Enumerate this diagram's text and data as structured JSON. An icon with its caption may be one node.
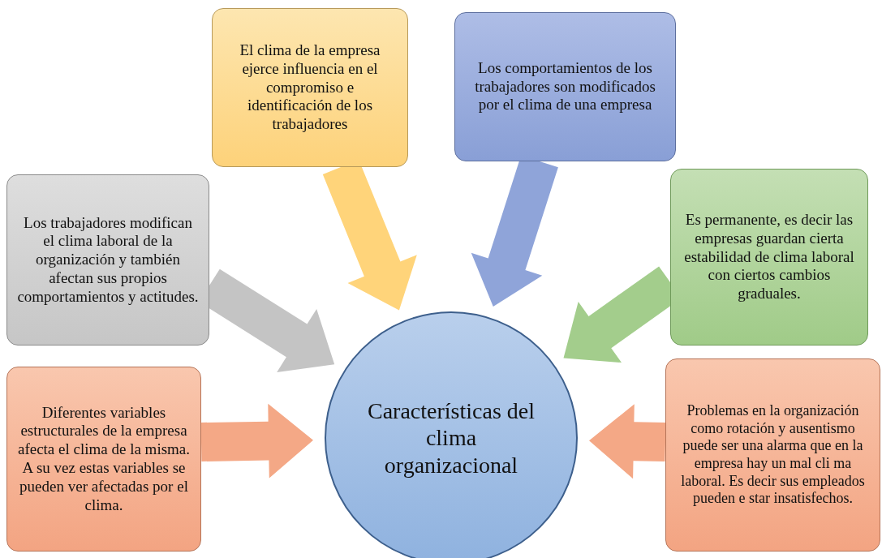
{
  "diagram": {
    "nodes": [
      {
        "text": [
          "El clima de la empresa ejerce influencia en el compromiso e identificación de los trabajadores"
        ]
      },
      {
        "text": [
          "Los comportamientos de los trabajadores son modificados por el clima de una empresa"
        ]
      },
      {
        "text": [
          "Los trabajadores modifican el clima laboral de la organización y también afectan sus propios comportamientos y actitudes."
        ]
      },
      {
        "text": [
          "Es permanente, es decir las empresas guardan cierta estabilidad de clima laboral con ciertos cambios graduales."
        ]
      },
      {
        "text": [
          "Características del clima organizacional"
        ]
      },
      {
        "text": [
          "Diferentes variables estructurales de la empresa afecta el clima de la misma. A su vez estas variables se pueden ver afectadas por el clima."
        ]
      },
      {
        "text": [
          "Problemas en la organización como rotación y ausentismo puede ser una alarma que en la empresa hay un mal cli ma laboral. Es decir sus empleados pueden e star insatisfechos."
        ]
      }
    ],
    "edges": [
      {
        "from": 0,
        "to": 4,
        "arrow": "to",
        "style": "thick",
        "color": "#ffd47a"
      },
      {
        "from": 1,
        "to": 4,
        "arrow": "to",
        "style": "thick",
        "color": "#8fa4d9"
      },
      {
        "from": 2,
        "to": 4,
        "arrow": "to",
        "style": "thick",
        "color": "#c4c4c4"
      },
      {
        "from": 3,
        "to": 4,
        "arrow": "to",
        "style": "thick",
        "color": "#a3cd8c"
      },
      {
        "from": 5,
        "to": 4,
        "arrow": "to",
        "style": "thick",
        "color": "#f4a886"
      },
      {
        "from": 6,
        "to": 4,
        "arrow": "to",
        "style": "thick",
        "color": "#f4a886"
      }
    ]
  }
}
